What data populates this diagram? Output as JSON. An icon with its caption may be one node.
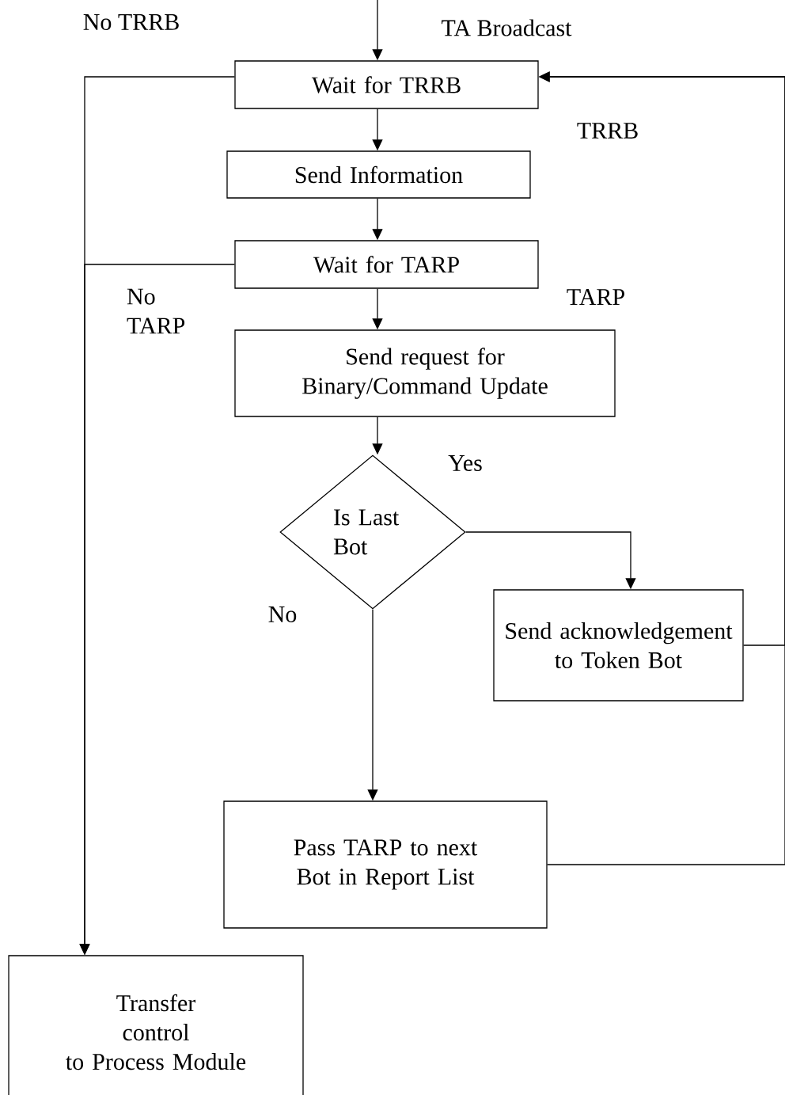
{
  "diagram": {
    "nodes": [
      {
        "text": [
          "Wait for TRRB"
        ]
      },
      {
        "text": [
          "Send Information"
        ]
      },
      {
        "text": [
          "Wait for TARP"
        ]
      },
      {
        "text": [
          "Send request for Binary/Command Update"
        ]
      },
      {
        "text": [
          "Is Last Bot"
        ]
      },
      {
        "text": [
          "Send acknowledgement to Token Bot"
        ]
      },
      {
        "text": [
          "Pass TARP to next Bot in Report List"
        ]
      },
      {
        "text": [
          "Transfer control to Process Module"
        ]
      }
    ],
    "edges": [
      {
        "from": null,
        "to": 0,
        "arrow": "to",
        "label": "TA Broadcast"
      },
      {
        "from": 0,
        "to": 1,
        "arrow": "to"
      },
      {
        "from": 1,
        "to": 2,
        "arrow": "to"
      },
      {
        "from": 2,
        "to": 3,
        "arrow": "to"
      },
      {
        "from": 3,
        "to": 4,
        "arrow": "to"
      },
      {
        "from": 4,
        "to": 5,
        "arrow": "to",
        "label": "Yes"
      },
      {
        "from": 4,
        "to": 6,
        "arrow": "to",
        "label": "No"
      },
      {
        "from": 5,
        "to": 0,
        "arrow": "to"
      },
      {
        "from": 6,
        "to": 0,
        "arrow": "to"
      },
      {
        "from": 0,
        "to": 7,
        "arrow": "to",
        "label": "No TRRB"
      },
      {
        "from": 2,
        "to": 7,
        "arrow": "to",
        "label": "No TARP"
      }
    ],
    "labels": [
      "TRRB",
      "TARP"
    ]
  }
}
